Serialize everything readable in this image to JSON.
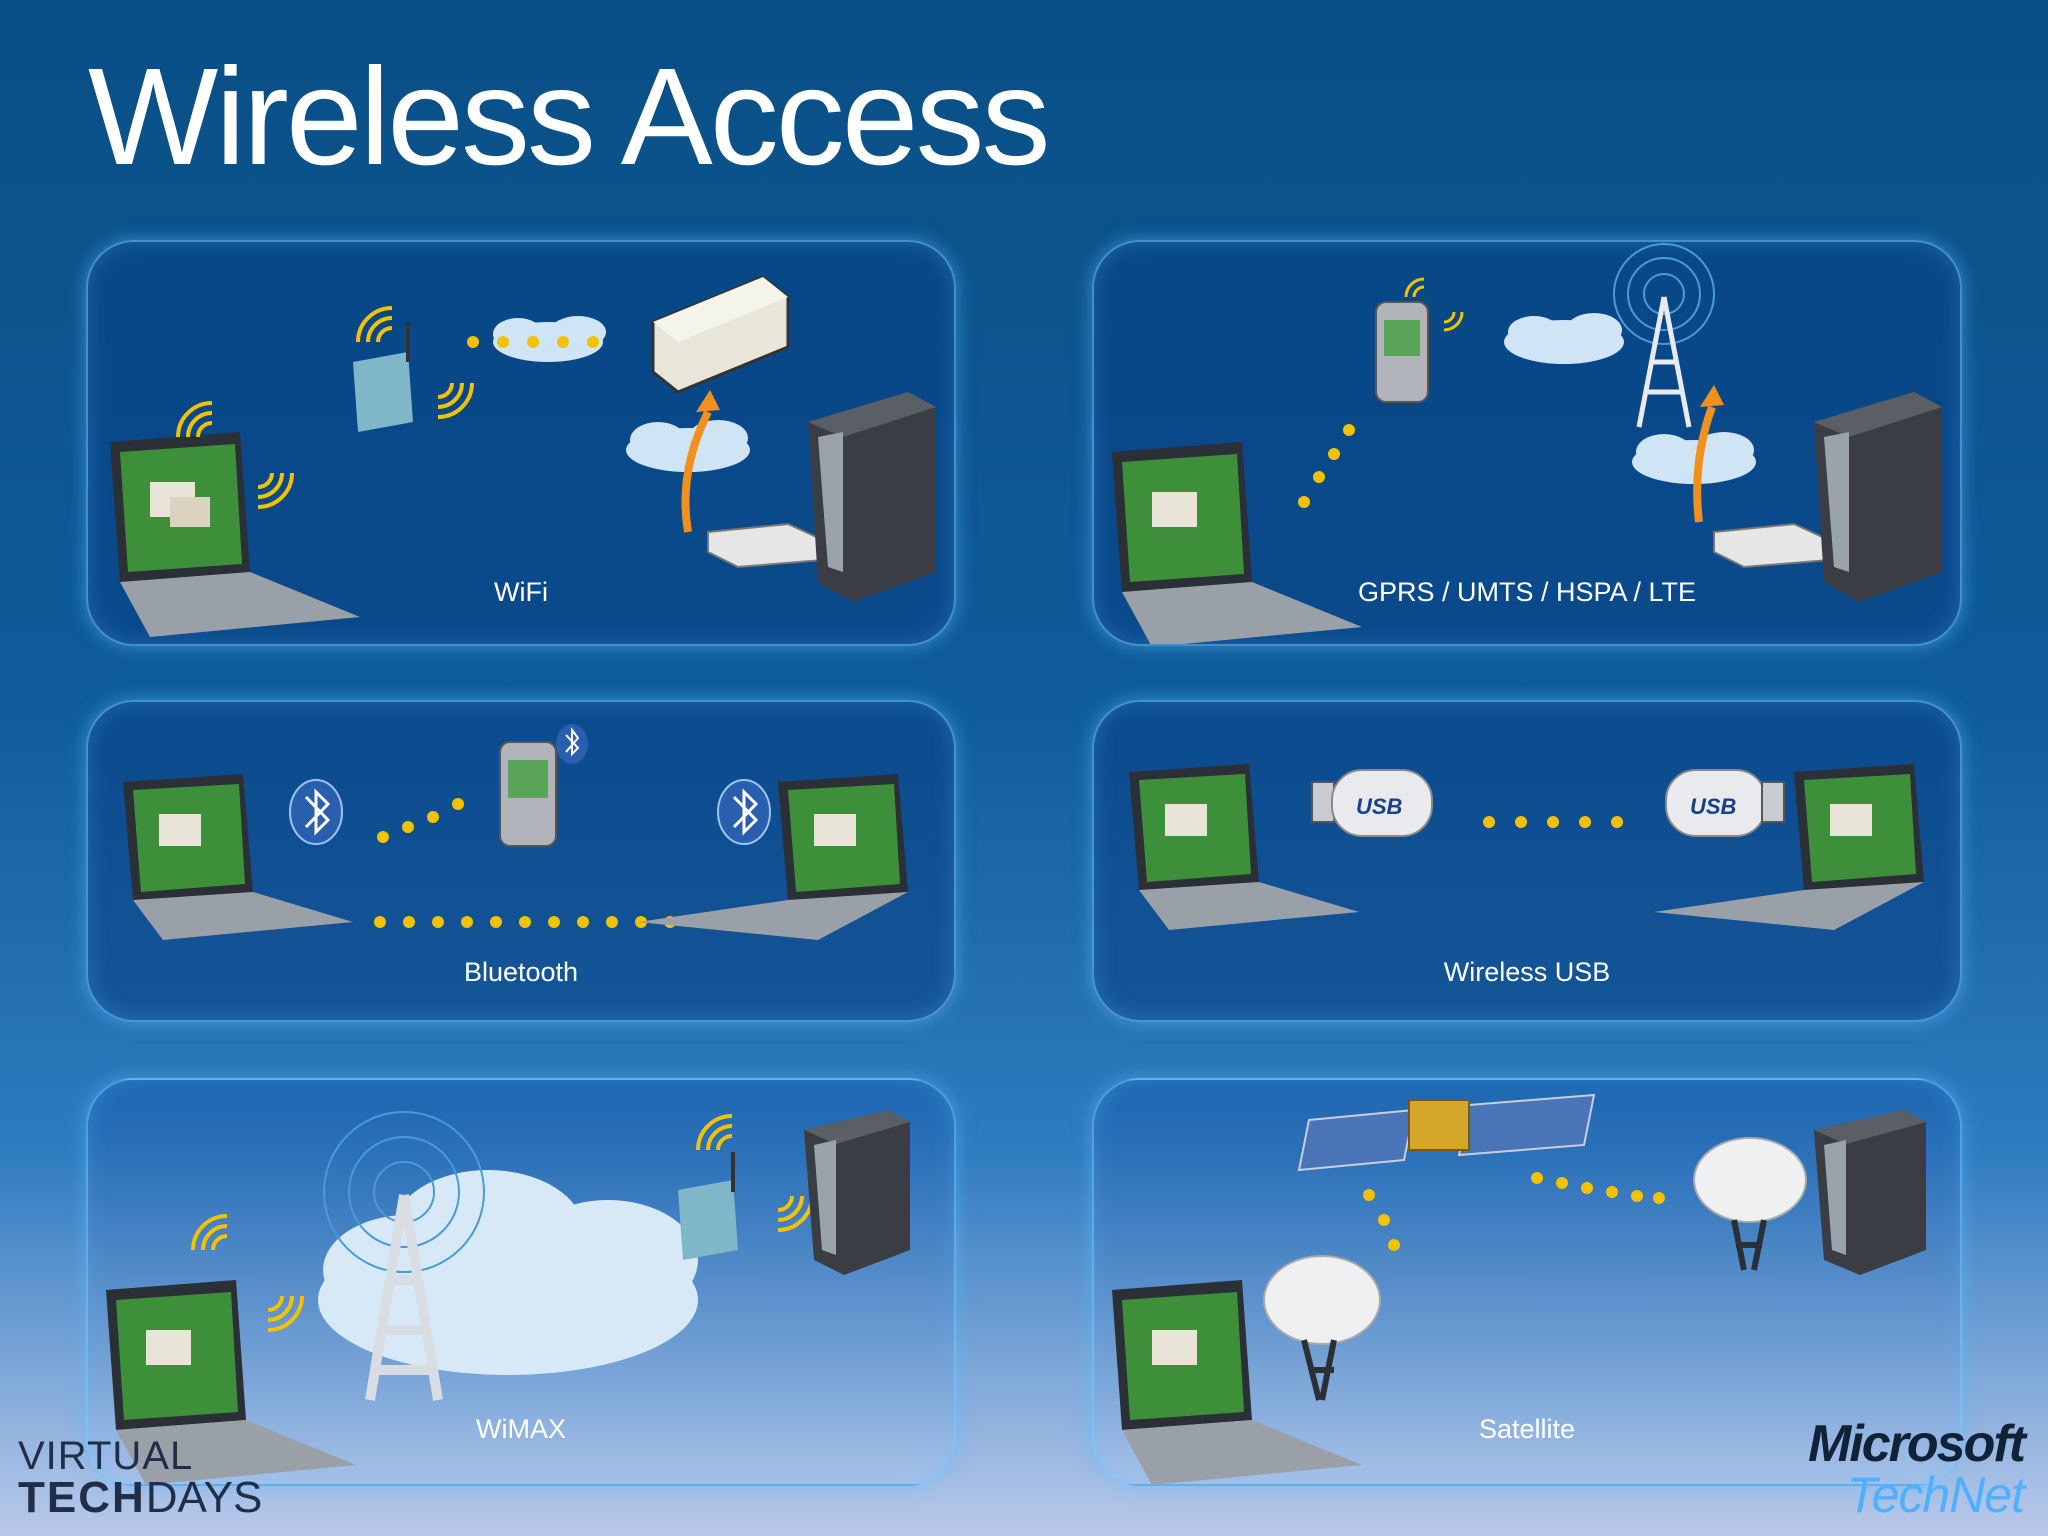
{
  "slide": {
    "title": "Wireless Access"
  },
  "panels": [
    {
      "label": "WiFi"
    },
    {
      "label": "GPRS / UMTS / HSPA / LTE"
    },
    {
      "label": "Bluetooth"
    },
    {
      "label": "Wireless USB"
    },
    {
      "label": "WiMAX"
    },
    {
      "label": "Satellite"
    }
  ],
  "usb_text": "USB",
  "branding": {
    "event_line1": "VIRTUAL",
    "event_line2_bold": "TECH",
    "event_line2_rest": "DAYS",
    "company": "Microsoft",
    "product": "TechNet"
  },
  "colors": {
    "dot": "#f2c200",
    "signal": "#f2c200",
    "accent_arrow": "#f0901f",
    "bluetooth": "#2a5fb0"
  }
}
